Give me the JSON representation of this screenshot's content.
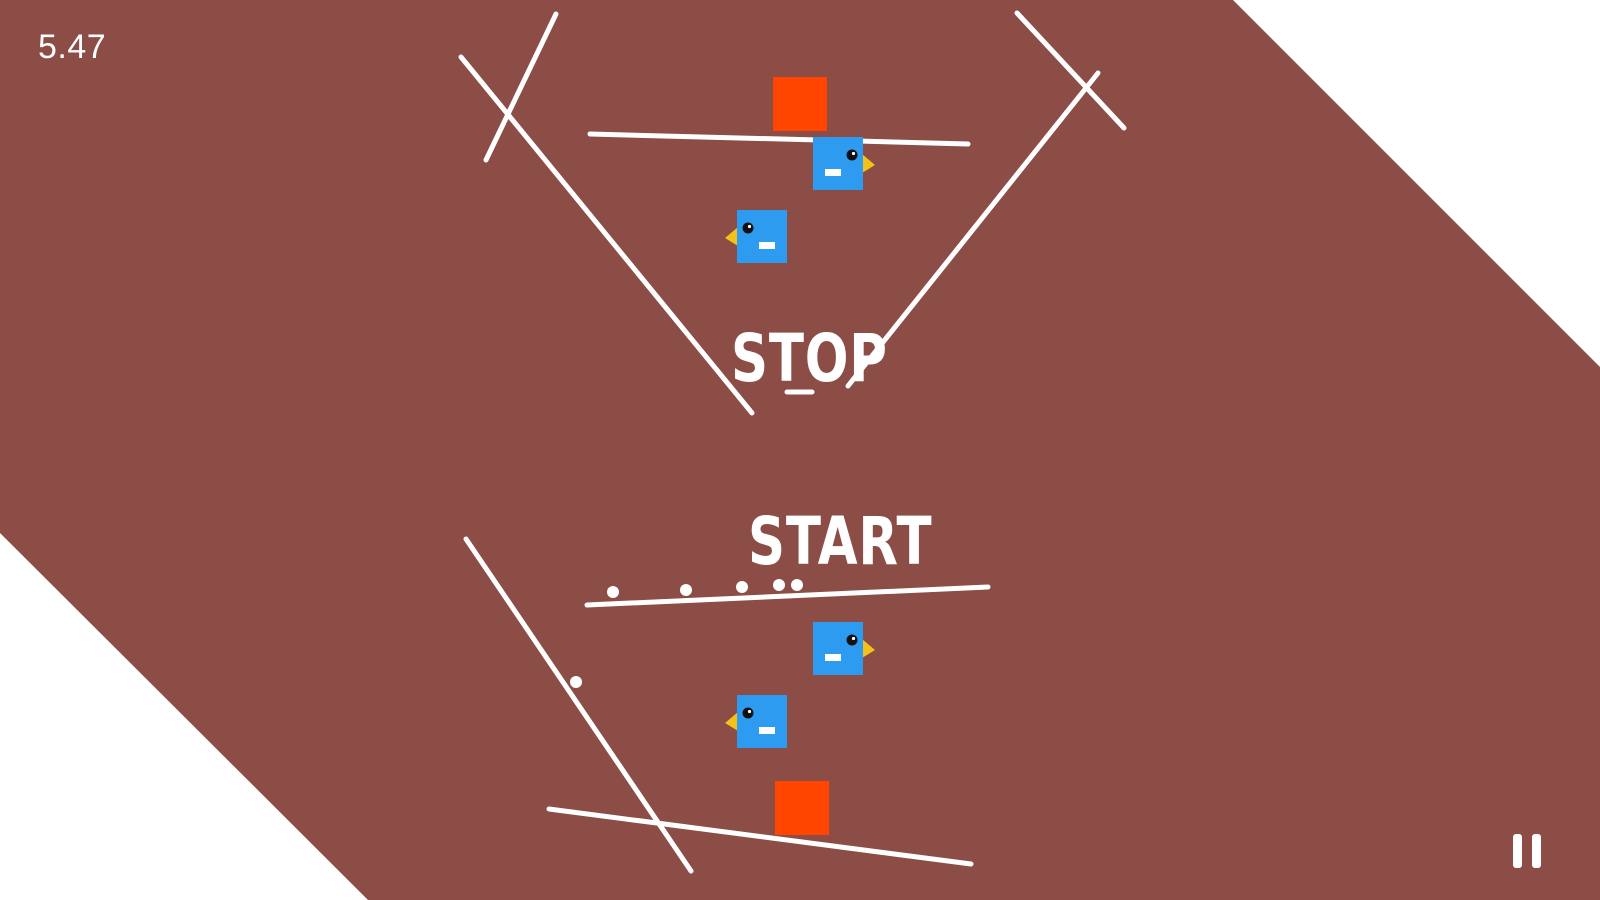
{
  "hud": {
    "timer": "5.47",
    "pause_icon": "pause-icon"
  },
  "labels": {
    "stop": "STOP",
    "start": "START"
  },
  "colors": {
    "background": "#ffffff",
    "field": "#8b4d45",
    "lines": "#ffffff",
    "block": "#ff4500",
    "bird_body": "#2d9cf0",
    "bird_beak": "#f2c21b",
    "bird_eye": "#111111"
  },
  "characters": {
    "birds": [
      {
        "name": "upper-right-bird",
        "facing": "right"
      },
      {
        "name": "upper-left-bird",
        "facing": "left"
      },
      {
        "name": "lower-right-bird",
        "facing": "right"
      },
      {
        "name": "lower-left-bird",
        "facing": "left"
      }
    ],
    "blocks": [
      "upper-block",
      "lower-block"
    ],
    "dots": 6
  }
}
